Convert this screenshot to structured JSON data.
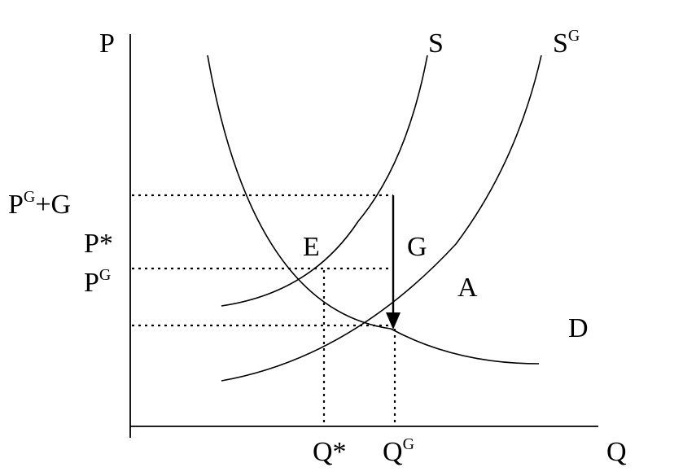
{
  "axes": {
    "y_label": "P",
    "x_label": "Q"
  },
  "curves": {
    "supply": "S",
    "supply_g_base": "S",
    "supply_g_sup": "G",
    "demand": "D"
  },
  "points": {
    "equilibrium": "E",
    "tax_equilibrium": "A",
    "tax_gap": "G"
  },
  "price_labels": {
    "pg_plus_g_base": "P",
    "pg_plus_g_sup": "G",
    "pg_plus_g_rest": "+G",
    "p_star": "P*",
    "pg_base": "P",
    "pg_sup": "G"
  },
  "quantity_labels": {
    "q_star": "Q*",
    "qg_base": "Q",
    "qg_sup": "G"
  }
}
